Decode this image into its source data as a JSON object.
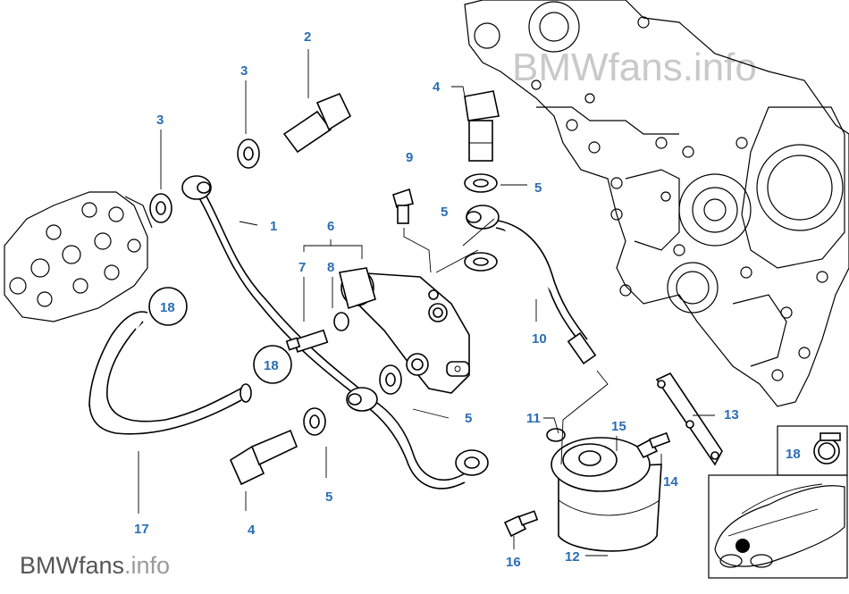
{
  "watermark_top": "BMWfans.info",
  "watermark_bottom": {
    "brand": "BMWfans",
    "suffix": ".info"
  },
  "parts": [
    {
      "id": "p1",
      "label": "1"
    },
    {
      "id": "p2",
      "label": "2"
    },
    {
      "id": "p3a",
      "label": "3"
    },
    {
      "id": "p3b",
      "label": "3"
    },
    {
      "id": "p4a",
      "label": "4"
    },
    {
      "id": "p4b",
      "label": "4"
    },
    {
      "id": "p5a",
      "label": "5"
    },
    {
      "id": "p5b",
      "label": "5"
    },
    {
      "id": "p5c",
      "label": "5"
    },
    {
      "id": "p5d",
      "label": "5"
    },
    {
      "id": "p6",
      "label": "6"
    },
    {
      "id": "p7",
      "label": "7"
    },
    {
      "id": "p8",
      "label": "8"
    },
    {
      "id": "p9",
      "label": "9"
    },
    {
      "id": "p10",
      "label": "10"
    },
    {
      "id": "p11",
      "label": "11"
    },
    {
      "id": "p12",
      "label": "12"
    },
    {
      "id": "p13",
      "label": "13"
    },
    {
      "id": "p14",
      "label": "14"
    },
    {
      "id": "p15",
      "label": "15"
    },
    {
      "id": "p16",
      "label": "16"
    },
    {
      "id": "p17",
      "label": "17"
    },
    {
      "id": "p18a",
      "label": "18"
    },
    {
      "id": "p18b",
      "label": "18"
    },
    {
      "id": "p18c",
      "label": "18"
    }
  ]
}
